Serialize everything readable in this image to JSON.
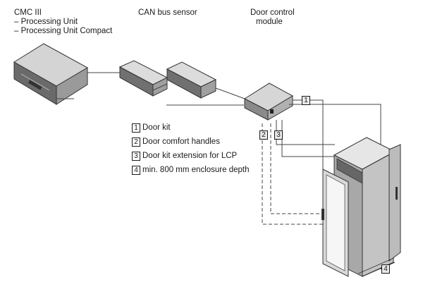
{
  "labels": {
    "cmc_title": "CMC III",
    "cmc_line1": "– Processing Unit",
    "cmc_line2": "– Processing Unit Compact",
    "can_sensor": "CAN bus sensor",
    "door_module_line1": "Door control",
    "door_module_line2": "module"
  },
  "legend": [
    {
      "num": "1",
      "text": "Door kit"
    },
    {
      "num": "2",
      "text": "Door comfort handles"
    },
    {
      "num": "3",
      "text": "Door kit extension for LCP"
    },
    {
      "num": "4",
      "text": "min. 800 mm enclosure depth"
    }
  ],
  "callouts": {
    "c1": "1",
    "c2": "2",
    "c3": "3",
    "c4": "4"
  }
}
